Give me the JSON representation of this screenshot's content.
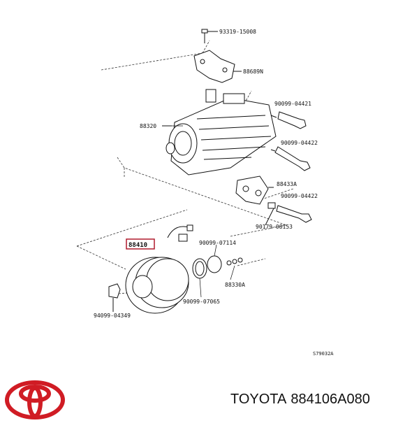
{
  "diagram": {
    "labels": {
      "screw_top": "93319-15008",
      "bracket": "88689N",
      "bolt_1": "90099-04421",
      "compressor": "88320",
      "bolt_2": "90099-04422",
      "bracket_2": "88433A",
      "bolt_3": "90099-04422",
      "clip": "90179-08153",
      "clutch": "88410",
      "snap_ring": "90099-07114",
      "shim_set": "88330A",
      "ring": "90099-07065",
      "bolt_bottom": "94099-04349",
      "figure_code": "S79032A"
    },
    "highlight_color": "#b01c2e",
    "line_color": "#111111"
  },
  "brand": {
    "name": "TOYOTA",
    "part_number": "884106A080",
    "logo_color": "#d01c24"
  }
}
